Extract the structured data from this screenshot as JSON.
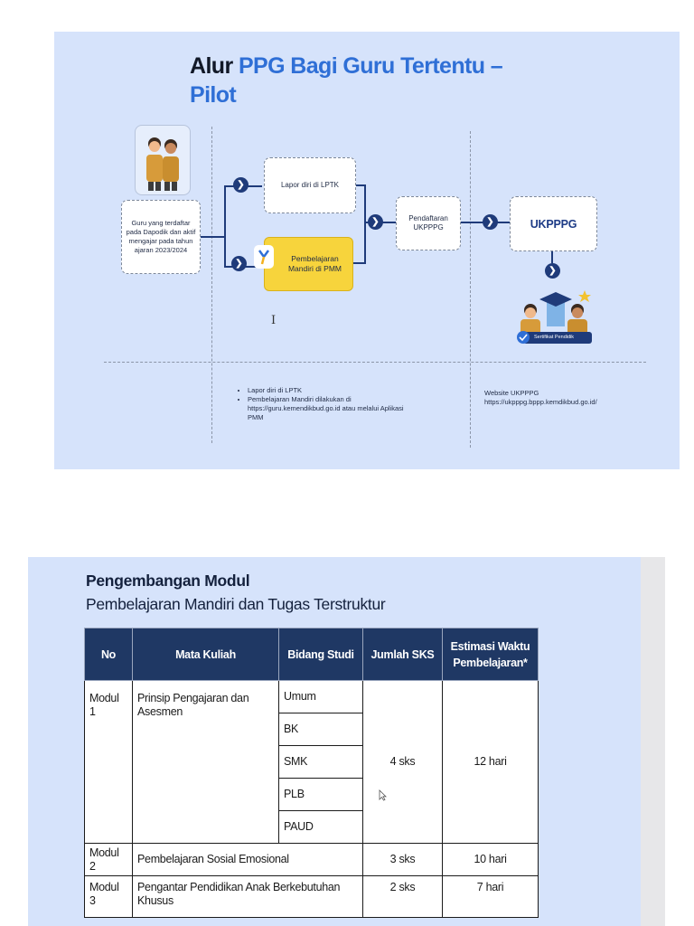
{
  "slide1": {
    "title_prefix": "Alur ",
    "title_highlight": "PPG Bagi Guru Tertentu –",
    "title_line2": "Pilot",
    "guru_box": "Guru yang terdaftar pada Dapodik dan aktif mengajar pada tahun ajaran 2023/2024",
    "lapor_box": "Lapor diri di LPTK",
    "pembelajaran_box": "Pembelajaran Mandiri di PMM",
    "pendaftaran_box": "Pendaftaran UKPPPG",
    "ukpppg_box": "UKPPPG",
    "sertifikat_label": "Sertifikat Pendidik",
    "cursor_glyph": "I",
    "notes_left": [
      "Lapor diri di LPTK",
      "Pembelajaran Mandiri dilakukan di https://guru.kemendikbud.go.id atau melalui Aplikasi PMM"
    ],
    "notes_right_title": "Website UKPPPG",
    "notes_right_url": "https://ukpppg.bppp.kemdikbud.go.id/",
    "colors": {
      "navy": "#1f3b7a",
      "accent_blue": "#2f6fd6",
      "yellow": "#f7d43c",
      "background": "#d6e3fb"
    },
    "icons": [
      "teachers-illustration-icon",
      "chevron-right-icon",
      "chevron-down-icon",
      "pmm-logo-icon",
      "graduates-certificate-illustration-icon"
    ]
  },
  "slide2": {
    "heading": "Pengembangan Modul",
    "subheading": "Pembelajaran Mandiri dan Tugas Terstruktur",
    "table": {
      "headers": [
        "No",
        "Mata Kuliah",
        "Bidang Studi",
        "Jumlah SKS",
        "Estimasi Waktu Pembelajaran*"
      ],
      "modul1": {
        "no": "Modul 1",
        "mata_kuliah": "Prinsip Pengajaran dan Asesmen",
        "bidang": [
          "Umum",
          "BK",
          "SMK",
          "PLB",
          "PAUD"
        ],
        "sks": "4 sks",
        "waktu": "12 hari"
      },
      "modul2": {
        "no": "Modul 2",
        "mata_kuliah": "Pembelajaran Sosial Emosional",
        "sks": "3 sks",
        "waktu": "10 hari"
      },
      "modul3": {
        "no": "Modul 3",
        "mata_kuliah": "Pengantar Pendidikan Anak Berkebutuhan Khusus",
        "sks": "2 sks",
        "waktu": "7 hari"
      }
    },
    "colors": {
      "header_bg": "#1f3864",
      "background": "#d6e3fb"
    }
  }
}
